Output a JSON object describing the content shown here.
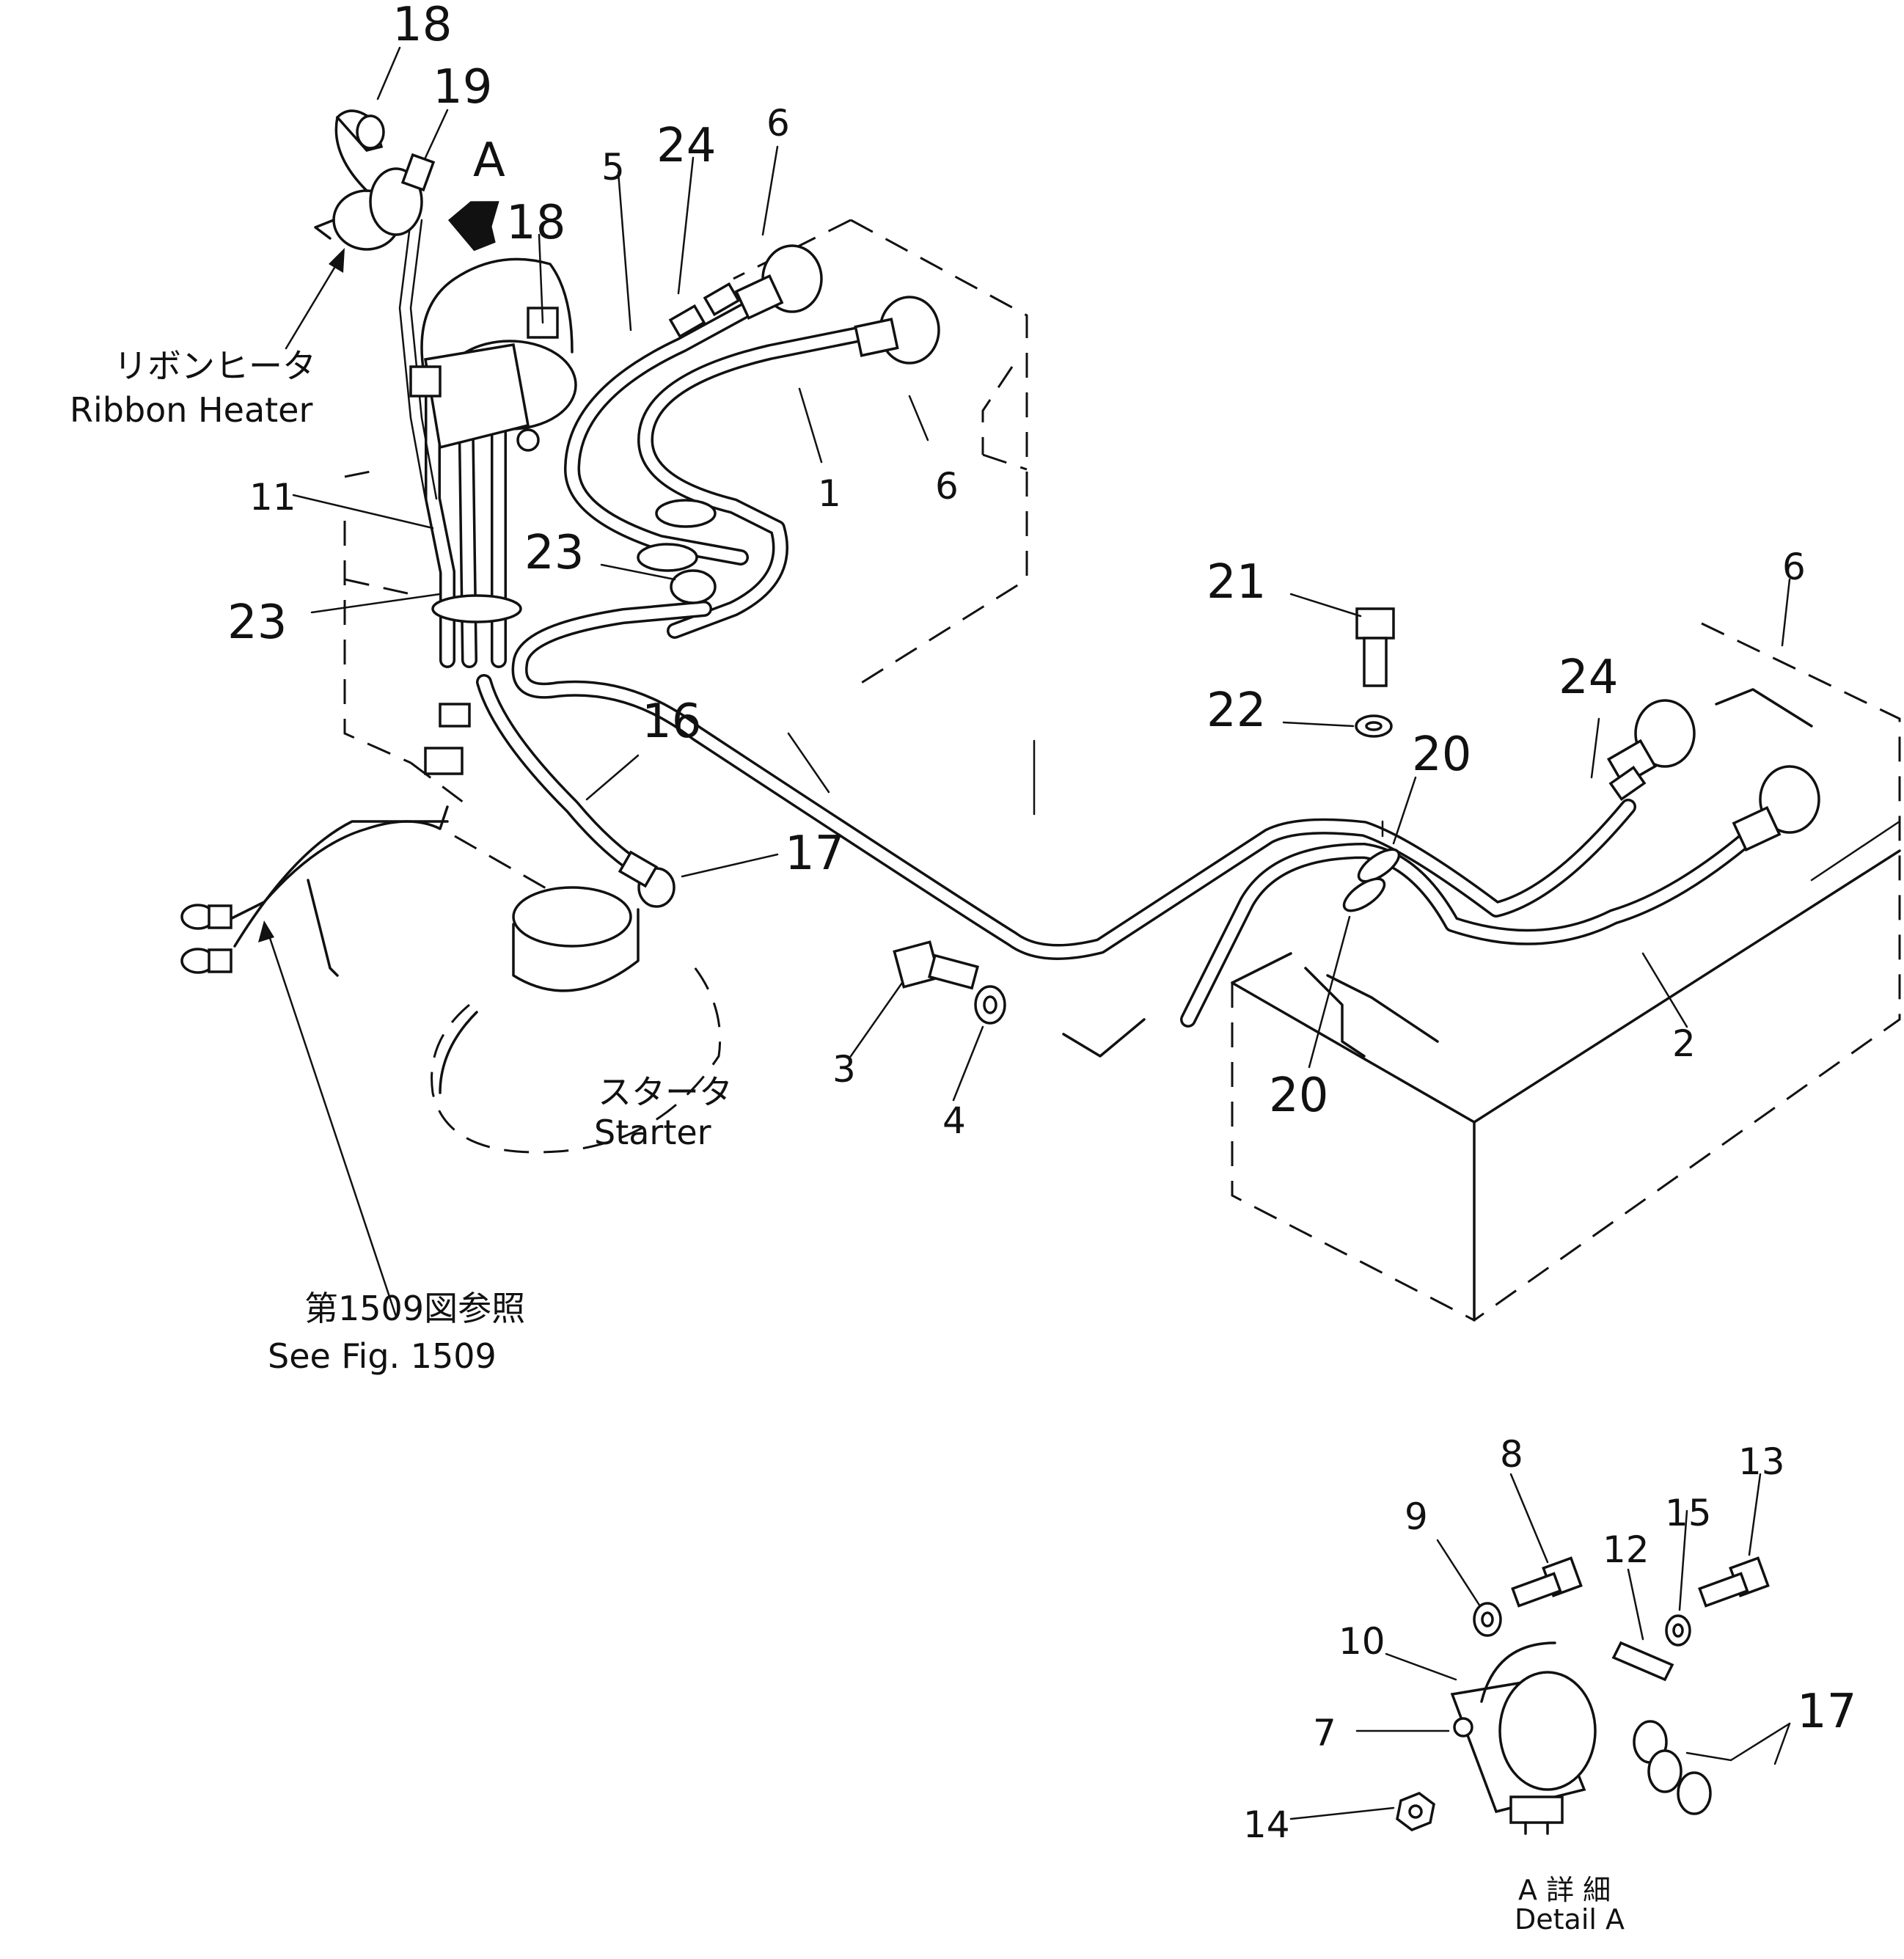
{
  "callouts": {
    "n1": "1",
    "n2": "2",
    "n3": "3",
    "n4": "4",
    "n5": "5",
    "n6a": "6",
    "n6b": "6",
    "n6c": "6",
    "n7": "7",
    "n8": "8",
    "n9": "9",
    "n10": "10",
    "n11": "11",
    "n12": "12",
    "n13": "13",
    "n14": "14",
    "n15": "15",
    "n16": "16",
    "n17a": "17",
    "n17b": "17",
    "n18a": "18",
    "n18b": "18",
    "n19": "19",
    "n20a": "20",
    "n20b": "20",
    "n21": "21",
    "n22": "22",
    "n23a": "23",
    "n23b": "23",
    "n24a": "24",
    "n24b": "24",
    "view_a": "A"
  },
  "labels": {
    "ribbon_heater_jp": "リボンヒータ",
    "ribbon_heater_en": "Ribbon Heater",
    "starter_jp": "スタータ",
    "starter_en": "Starter",
    "see_fig_jp": "第1509図参照",
    "see_fig_en": "See Fig. 1509",
    "detail_jp": "A 詳 細",
    "detail_en": "Detail A"
  }
}
